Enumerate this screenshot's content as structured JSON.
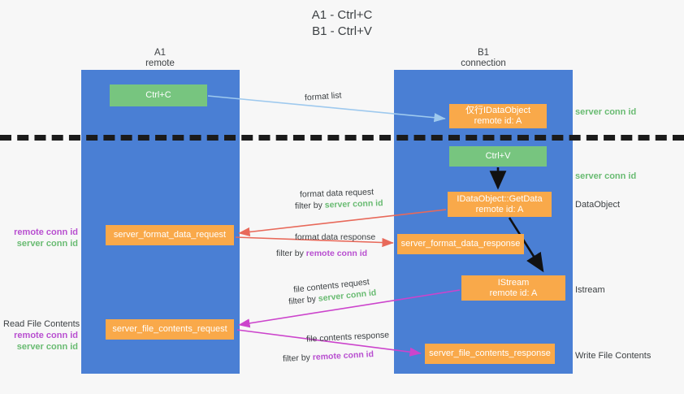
{
  "title": {
    "line1": "A1 - Ctrl+C",
    "line2": "B1 - Ctrl+V"
  },
  "lanes": [
    {
      "id": "a1",
      "name": "A1",
      "role": "remote",
      "color": "#4a7fd4"
    },
    {
      "id": "b1",
      "name": "B1",
      "role": "connection",
      "color": "#4a7fd4"
    }
  ],
  "boxes": {
    "ctrl_c": "Ctrl+C",
    "idataobject": "仅行IDataObject\nremote id: A",
    "ctrl_v": "Ctrl+V",
    "getdata": "IDataObject::GetData\nremote id: A",
    "format_data_request": "server_format_data_request",
    "format_data_response": "server_format_data_response",
    "istream": "IStream\nremote id: A",
    "file_contents_request": "server_file_contents_request",
    "file_contents_response": "server_file_contents_response"
  },
  "side_labels": {
    "server_conn_id_top": "server conn id",
    "server_conn_id_mid": "server conn id",
    "dataobject": "DataObject",
    "istream": "Istream",
    "write_file_contents": "Write File Contents",
    "read_file_contents": "Read File Contents",
    "remote_conn_id": "remote conn id",
    "server_conn_id": "server conn id"
  },
  "captions": {
    "format_list": "format list",
    "format_data_request": "format data request",
    "filter_by": "filter by",
    "server_conn_id": "server conn id",
    "remote_conn_id": "remote conn id",
    "format_data_response": "format data response",
    "file_contents_request": "file contents request",
    "file_contents_response": "file contents response"
  },
  "colors": {
    "lane": "#4a7fd4",
    "green_box": "#77c57f",
    "orange_box": "#f9a94a",
    "green_text": "#69bb72",
    "purple_text": "#b84fd0",
    "arrow_blue": "#9ec9ee",
    "arrow_red": "#e8695a",
    "arrow_magenta": "#cc44cc",
    "arrow_black": "#111111",
    "background": "#f7f7f7"
  }
}
